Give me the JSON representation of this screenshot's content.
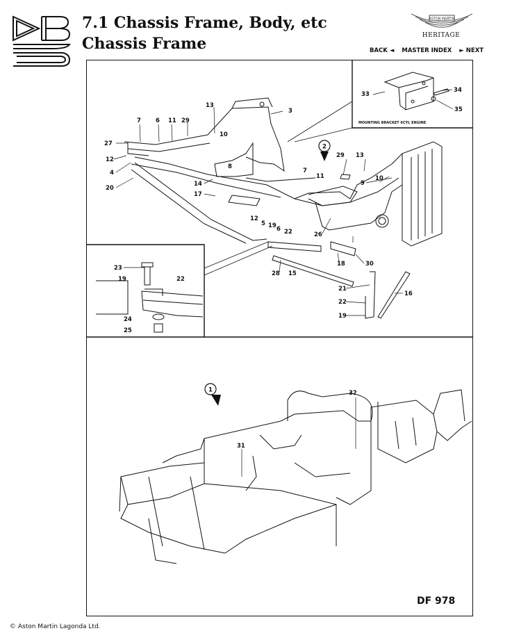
{
  "header": {
    "title_line1": "7.1 Chassis Frame, Body, etc",
    "title_line2": "Chassis Frame",
    "brand_word": "ASTON MARTIN",
    "brand_sub": "HERITAGE"
  },
  "nav": {
    "back": "BACK ◄",
    "master_index": "MASTER INDEX",
    "next": "► NEXT"
  },
  "diagram": {
    "callouts": [
      "13",
      "3",
      "7",
      "6",
      "11",
      "29",
      "27",
      "10",
      "12",
      "4",
      "8",
      "20",
      "14",
      "17",
      "12",
      "5",
      "19",
      "6",
      "22",
      "7",
      "11",
      "29",
      "13",
      "9",
      "10",
      "26",
      "33",
      "34",
      "35",
      "23",
      "19",
      "22",
      "24",
      "25",
      "18",
      "30",
      "28",
      "15",
      "21",
      "22",
      "19",
      "16",
      "32",
      "31"
    ],
    "inset_caption": "MOUNTING BRACKET 6CYL ENGINE",
    "markers": [
      "2",
      "1"
    ],
    "drawing_code": "DF 978"
  },
  "footer": {
    "copyright": "© Aston Martin Lagonda Ltd."
  }
}
